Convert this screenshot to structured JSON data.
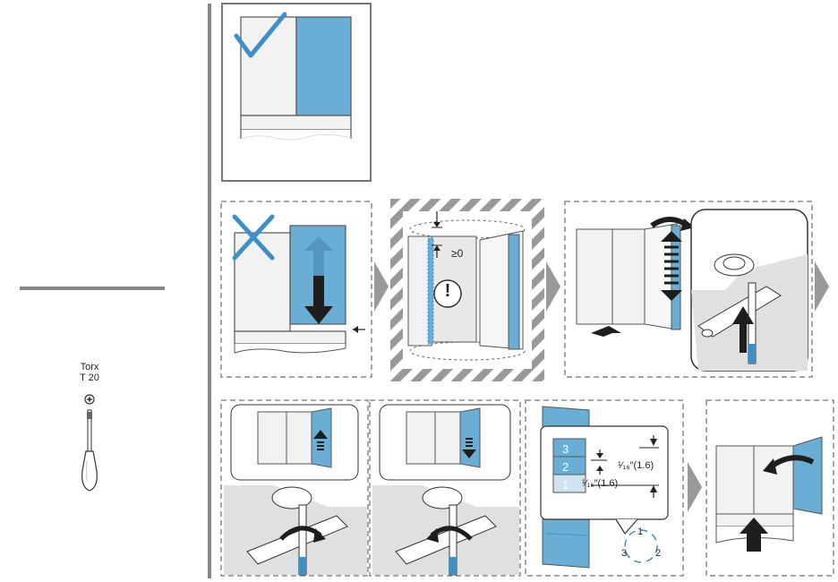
{
  "tool": {
    "label_line1": "Torx",
    "label_line2": "T 20"
  },
  "panel_b": {
    "gap_label": "≥0",
    "warning_symbol": "!"
  },
  "panel_f": {
    "scale_numbers": [
      "3",
      "2",
      "1"
    ],
    "offset_label_a": "¹⁄₁₆″(1.6)",
    "offset_label_b": "¹⁄₁₆″(1.6)",
    "sequence_numbers": [
      "1",
      "2",
      "3"
    ]
  },
  "colors": {
    "door_blue": "#6aaed6",
    "line_grey": "#888888",
    "arrow_dark": "#222222",
    "check_blue": "#3d8fc8"
  },
  "icons": [
    "checkmark-icon",
    "cross-icon",
    "warning-icon",
    "rotate-arrow-icon",
    "torx-screwdriver-icon",
    "next-step-arrow-icon"
  ]
}
